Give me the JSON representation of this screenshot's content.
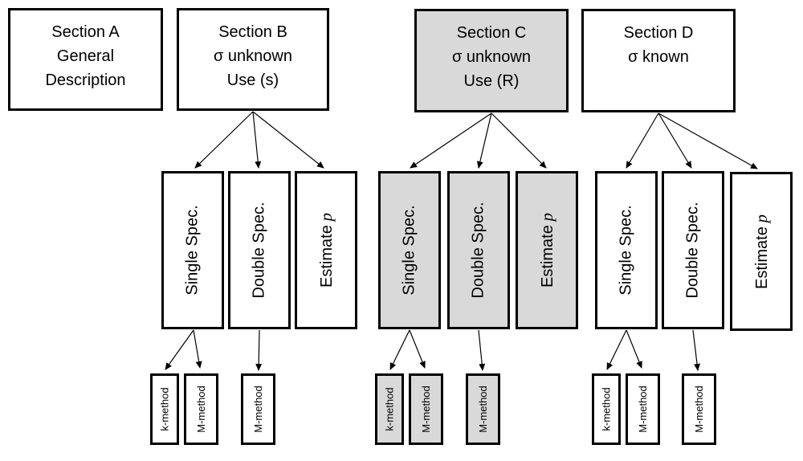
{
  "colors": {
    "background": "#ffffff",
    "box_fill": "#ffffff",
    "shaded_fill": "#d9d9d9",
    "border": "#000000",
    "arrow": "#000000"
  },
  "sections": [
    {
      "id": "A",
      "shaded": false,
      "lines": [
        "Section A",
        "General",
        "Description"
      ]
    },
    {
      "id": "B",
      "shaded": false,
      "lines": [
        "Section B",
        "σ unknown",
        "Use (s)"
      ]
    },
    {
      "id": "C",
      "shaded": true,
      "lines": [
        "Section C",
        "σ unknown",
        "Use (R)"
      ]
    },
    {
      "id": "D",
      "shaded": false,
      "lines": [
        "Section D",
        "σ known"
      ]
    }
  ],
  "shading": {
    "b": false,
    "c": true,
    "d": false
  },
  "branch": {
    "single": "Single Spec.",
    "double": "Double Spec.",
    "estimate_text": "Estimate",
    "estimate_symbol": "p"
  },
  "method": {
    "k": "k-method",
    "m": "M-method"
  }
}
